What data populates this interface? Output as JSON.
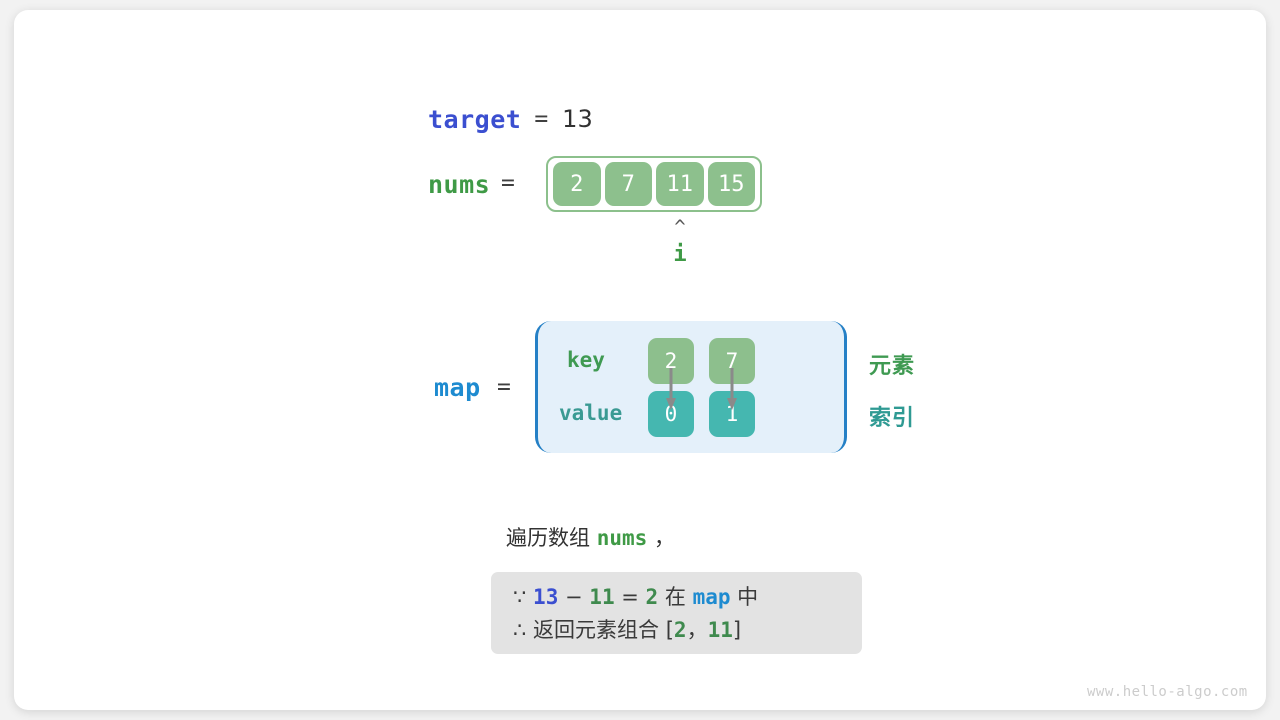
{
  "watermark": "www.hello-algo.com",
  "target": {
    "label": "target",
    "equals": "=",
    "value": "13"
  },
  "nums": {
    "label": "nums",
    "equals": "=",
    "cells": [
      "2",
      "7",
      "11",
      "15"
    ],
    "pointer": {
      "caret": "^",
      "label": "i",
      "at_index": 2
    }
  },
  "map": {
    "label": "map",
    "equals": "=",
    "key_label": "key",
    "value_label": "value",
    "entries": [
      {
        "key": "2",
        "value": "0"
      },
      {
        "key": "7",
        "value": "1"
      }
    ],
    "tag_key": "元素",
    "tag_value": "索引"
  },
  "caption": {
    "prefix": "遍历数组 ",
    "code": "nums",
    "suffix": " ，"
  },
  "note": {
    "line1": {
      "sym": "∵ ",
      "a": "13",
      "minus": " − ",
      "b": "11",
      "eq": " = ",
      "c": "2",
      "mid": " 在 ",
      "map": "map",
      "tail": " 中"
    },
    "line2": {
      "sym": "∴ ",
      "text": "返回元素组合 [",
      "a": "2",
      "comma": "，",
      "b": "11",
      "close": "]"
    }
  },
  "colors": {
    "target": "#3b4fd0",
    "nums": "#3f9a46",
    "map": "#1e8bd0",
    "cell_green": "#8dc08d",
    "cell_teal": "#45b7b0",
    "map_bg": "#e4f0fa",
    "map_border": "#2580c6",
    "note_bg": "#e3e3e3"
  }
}
